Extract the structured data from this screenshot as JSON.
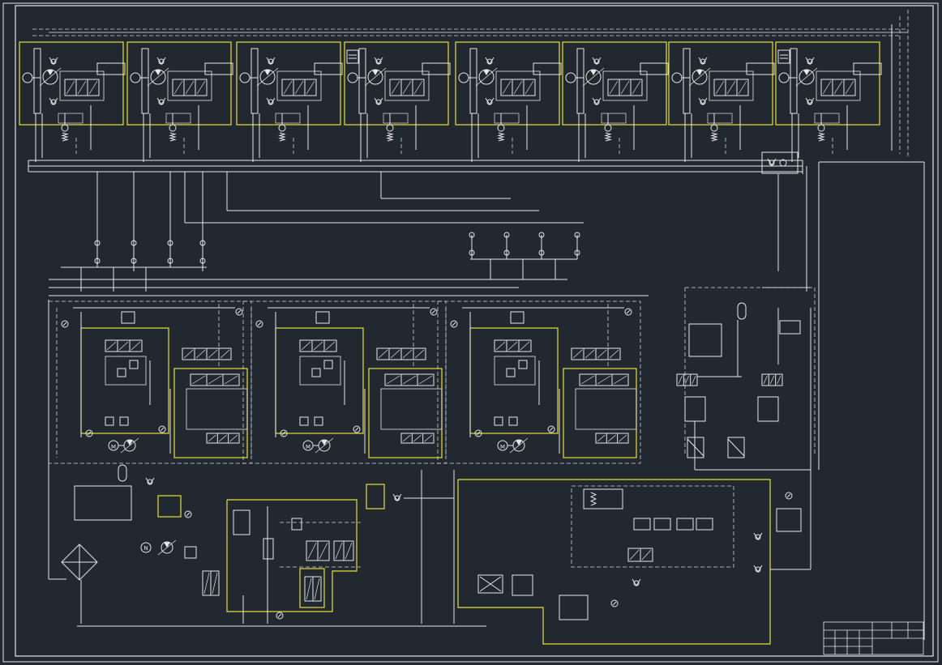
{
  "drawing": {
    "background": "#212830",
    "line_color": "#e6e6e6",
    "dash_color": "#cfd3d8",
    "highlight_color": "#e6df3a"
  },
  "upper_units": [
    {
      "id": 1,
      "has_top_box": false
    },
    {
      "id": 2,
      "has_top_box": false
    },
    {
      "id": 3,
      "has_top_box": false
    },
    {
      "id": 4,
      "has_top_box": true
    },
    {
      "id": 5,
      "has_top_box": false
    },
    {
      "id": 6,
      "has_top_box": false
    },
    {
      "id": 7,
      "has_top_box": false
    },
    {
      "id": 8,
      "has_top_box": true
    }
  ],
  "power_groups": [
    {
      "id": 1
    },
    {
      "id": 2
    },
    {
      "id": 3
    }
  ],
  "motor_symbols": [
    {
      "id": "pump-motor-1",
      "text": "M"
    },
    {
      "id": "pump-motor-2",
      "text": "M"
    },
    {
      "id": "pump-motor-3",
      "text": "M"
    },
    {
      "id": "aux-motor",
      "text": "N"
    }
  ]
}
